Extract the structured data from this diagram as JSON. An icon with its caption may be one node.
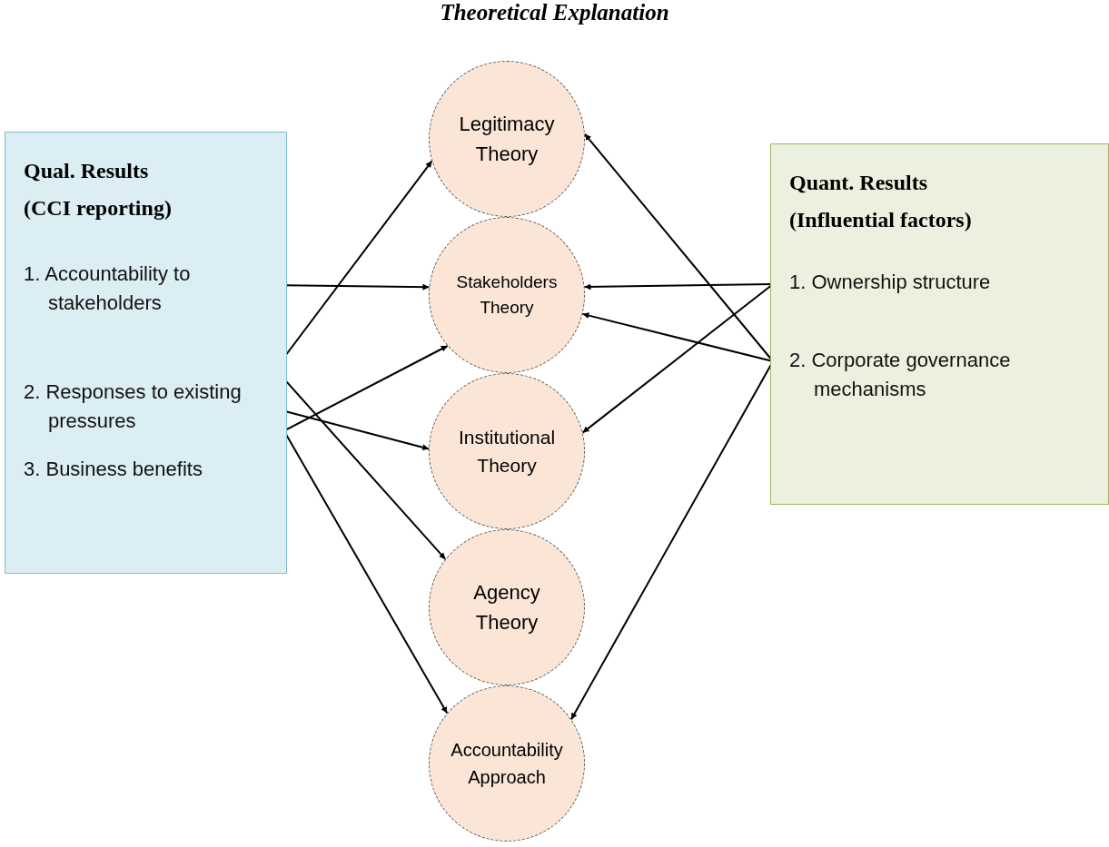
{
  "diagram": {
    "title": "Theoretical Explanation",
    "nodes": [
      {
        "text": [
          "Qual. Results (CCI reporting)"
        ]
      },
      {
        "text": [
          "1. Accountability to stakeholders"
        ],
        "in": 0
      },
      {
        "text": [
          "2. Responses to existing pressures"
        ],
        "in": 0
      },
      {
        "text": [
          "3. Business benefits"
        ],
        "in": 0
      },
      {
        "text": [
          "Legitimacy Theory"
        ]
      },
      {
        "text": [
          "Stakeholders Theory"
        ]
      },
      {
        "text": [
          "Institutional Theory"
        ]
      },
      {
        "text": [
          "Agency Theory"
        ]
      },
      {
        "text": [
          "Accountability Approach"
        ]
      },
      {
        "text": [
          "Quant. Results (Influential factors)"
        ]
      },
      {
        "text": [
          "1. Ownership structure"
        ],
        "in": 9
      },
      {
        "text": [
          "2. Corporate governance mechanisms"
        ],
        "in": 9
      }
    ],
    "edges": [
      {
        "from": 1,
        "to": 5,
        "arrow": "to"
      },
      {
        "from": 1,
        "to": 7,
        "arrow": "to"
      },
      {
        "from": 1,
        "to": 8,
        "arrow": "to"
      },
      {
        "from": 2,
        "to": 4,
        "arrow": "to"
      },
      {
        "from": 2,
        "to": 6,
        "arrow": "to"
      },
      {
        "from": 3,
        "to": 5,
        "arrow": "to"
      },
      {
        "from": 10,
        "to": 5,
        "arrow": "to"
      },
      {
        "from": 10,
        "to": 6,
        "arrow": "to"
      },
      {
        "from": 11,
        "to": 4,
        "arrow": "to"
      },
      {
        "from": 11,
        "to": 5,
        "arrow": "to"
      },
      {
        "from": 11,
        "to": 8,
        "arrow": "to"
      }
    ]
  }
}
